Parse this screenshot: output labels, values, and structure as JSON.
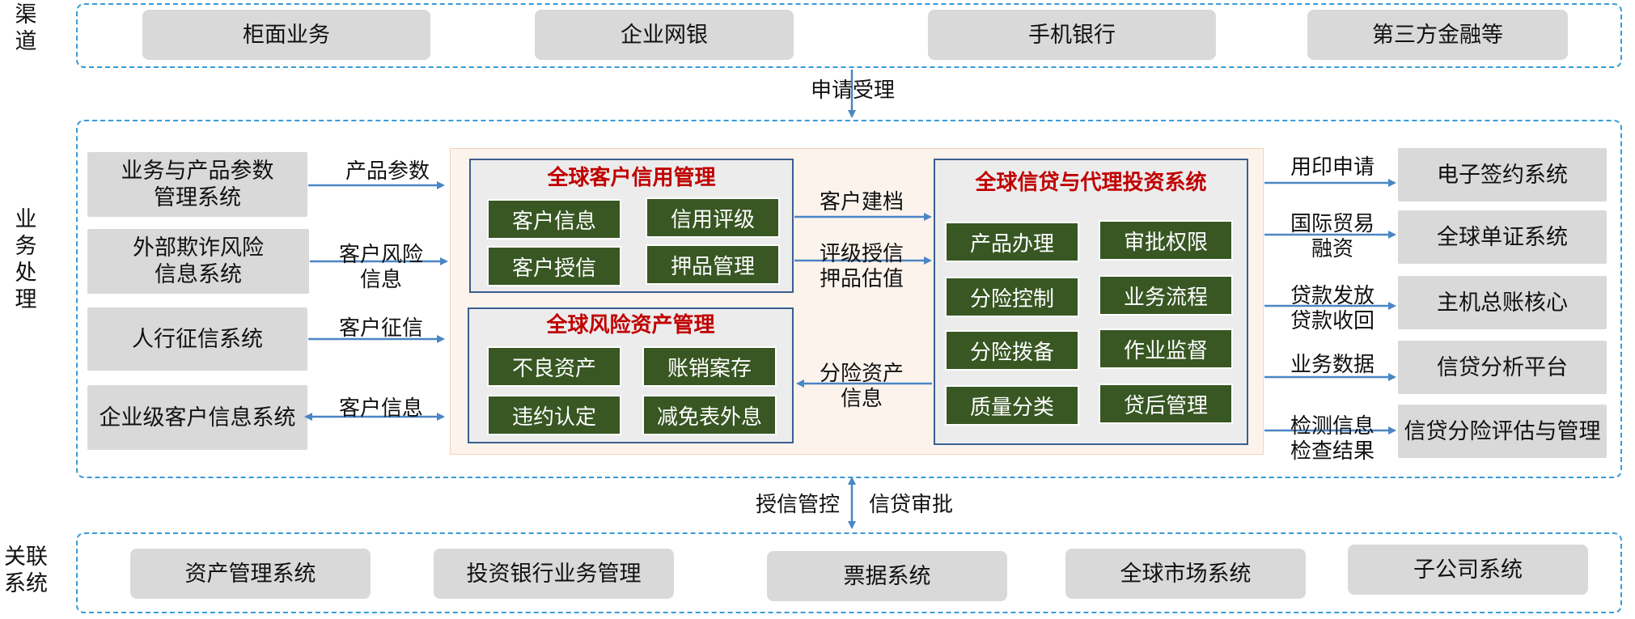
{
  "lanes": {
    "channel": "渠\n道",
    "business": "业\n务\n处\n理",
    "related": "关联\n系统"
  },
  "channels": [
    "柜面业务",
    "企业网银",
    "手机银行",
    "第三方金融等"
  ],
  "flow_top": "申请受理",
  "left_systems": [
    "业务与产品参数\n管理系统",
    "外部欺诈风险\n信息系统",
    "人行征信系统",
    "企业级客户信息系统"
  ],
  "left_labels": [
    "产品参数",
    "客户风险\n信息",
    "客户征信",
    "客户信息"
  ],
  "credit_mgmt": {
    "title": "全球客户信用管理",
    "modules": [
      "客户信息",
      "信用评级",
      "客户授信",
      "押品管理"
    ]
  },
  "risk_mgmt": {
    "title": "全球风险资产管理",
    "modules": [
      "不良资产",
      "账销案存",
      "违约认定",
      "减免表外息"
    ]
  },
  "middle_labels": [
    "客户建档",
    "评级授信\n押品估值",
    "分险资产\n信息"
  ],
  "loan_system": {
    "title": "全球信贷与代理投资系统",
    "modules": [
      "产品办理",
      "审批权限",
      "分险控制",
      "业务流程",
      "分险拨备",
      "作业监督",
      "质量分类",
      "贷后管理"
    ]
  },
  "right_labels": [
    "用印申请",
    "国际贸易\n融资",
    "贷款发放\n贷款收回",
    "业务数据",
    "检测信息\n检查结果"
  ],
  "right_systems": [
    "电子签约系统",
    "全球单证系统",
    "主机总账核心",
    "信贷分析平台",
    "信贷分险评估与管理"
  ],
  "flow_bottom": {
    "left": "授信管控",
    "right": "信贷审批"
  },
  "related_systems": [
    "资产管理系统",
    "投资银行业务管理",
    "票据系统",
    "全球市场系统",
    "子公司系统"
  ],
  "colors": {
    "dash": "#3a9bd9",
    "arrow": "#4a86c5",
    "module": "#385723",
    "title": "#c00000",
    "frame": "#3b5f8f"
  }
}
